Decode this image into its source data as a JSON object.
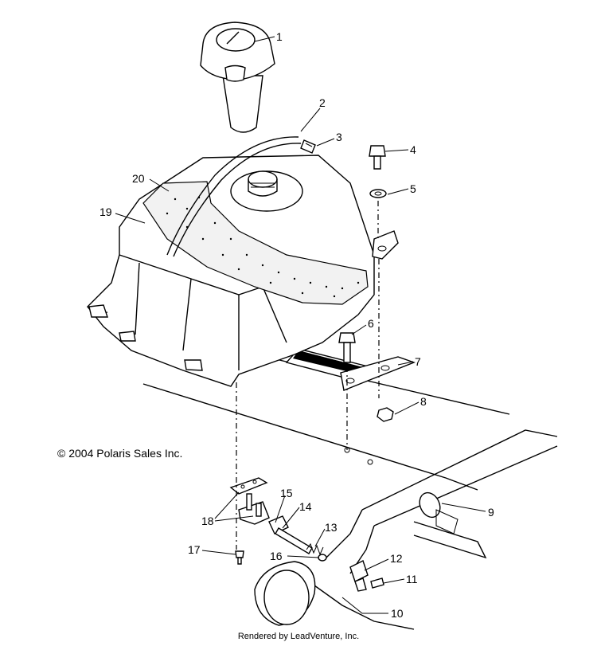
{
  "diagram": {
    "callouts": [
      {
        "label": "1"
      },
      {
        "label": "2"
      },
      {
        "label": "3"
      },
      {
        "label": "4"
      },
      {
        "label": "5"
      },
      {
        "label": "6"
      },
      {
        "label": "7"
      },
      {
        "label": "8"
      },
      {
        "label": "9"
      },
      {
        "label": "10"
      },
      {
        "label": "11"
      },
      {
        "label": "12"
      },
      {
        "label": "13"
      },
      {
        "label": "14"
      },
      {
        "label": "15"
      },
      {
        "label": "16"
      },
      {
        "label": "17"
      },
      {
        "label": "18"
      },
      {
        "label": "19"
      },
      {
        "label": "20"
      }
    ]
  },
  "copyright": "© 2004 Polaris Sales Inc.",
  "footer": "Rendered by LeadVenture, Inc."
}
